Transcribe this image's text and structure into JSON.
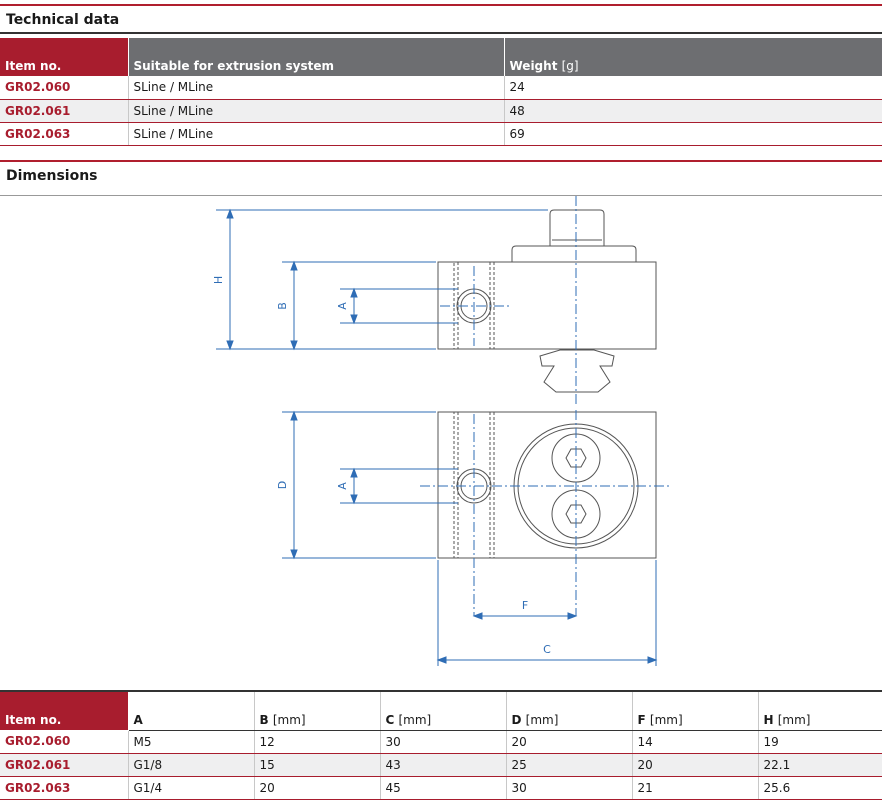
{
  "technical": {
    "title": "Technical data",
    "headers": {
      "item": "Item no.",
      "system": "Suitable for extrusion system",
      "weight": "Weight",
      "weight_unit": "[g]"
    },
    "rows": [
      {
        "item": "GR02.060",
        "system": "SLine / MLine",
        "weight": "24"
      },
      {
        "item": "GR02.061",
        "system": "SLine / MLine",
        "weight": "48"
      },
      {
        "item": "GR02.063",
        "system": "SLine / MLine",
        "weight": "69"
      }
    ]
  },
  "dimensions": {
    "title": "Dimensions",
    "drawing_labels": {
      "H": "H",
      "B": "B",
      "A_top": "A",
      "D": "D",
      "A_bottom": "A",
      "F": "F",
      "C": "C"
    },
    "headers": {
      "item": "Item no.",
      "a": "A",
      "b": "B",
      "b_unit": "[mm]",
      "c": "C",
      "c_unit": "[mm]",
      "d": "D",
      "d_unit": "[mm]",
      "f": "F",
      "f_unit": "[mm]",
      "h": "H",
      "h_unit": "[mm]"
    },
    "rows": [
      {
        "item": "GR02.060",
        "a": "M5",
        "b": "12",
        "c": "30",
        "d": "20",
        "f": "14",
        "h": "19"
      },
      {
        "item": "GR02.061",
        "a": "G1/8",
        "b": "15",
        "c": "43",
        "d": "25",
        "f": "20",
        "h": "22.1"
      },
      {
        "item": "GR02.063",
        "a": "G1/4",
        "b": "20",
        "c": "45",
        "d": "30",
        "f": "21",
        "h": "25.6"
      }
    ]
  },
  "colors": {
    "brand_red": "#a81d2e",
    "header_gray": "#6d6e71",
    "dimension_blue": "#2f6db5"
  }
}
